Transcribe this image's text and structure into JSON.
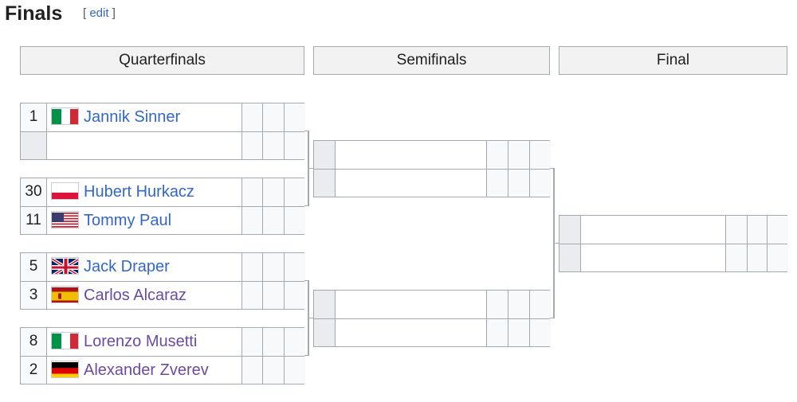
{
  "section": {
    "title": "Finals",
    "edit_label": "edit",
    "bracket_open": "[",
    "bracket_close": "]"
  },
  "rounds": {
    "quarterfinals": "Quarterfinals",
    "semifinals": "Semifinals",
    "final": "Final"
  },
  "quarterfinals": [
    {
      "top": {
        "seed": "1",
        "name": "Jannik Sinner",
        "flag": "italy-flag"
      },
      "bottom": {
        "seed": "",
        "name": "",
        "flag": ""
      }
    },
    {
      "top": {
        "seed": "30",
        "name": "Hubert Hurkacz",
        "flag": "poland-flag"
      },
      "bottom": {
        "seed": "11",
        "name": "Tommy Paul",
        "flag": "usa-flag"
      }
    },
    {
      "top": {
        "seed": "5",
        "name": "Jack Draper",
        "flag": "uk-flag"
      },
      "bottom": {
        "seed": "3",
        "name": "Carlos Alcaraz",
        "flag": "spain-flag"
      }
    },
    {
      "top": {
        "seed": "8",
        "name": "Lorenzo Musetti",
        "flag": "italy-flag"
      },
      "bottom": {
        "seed": "2",
        "name": "Alexander Zverev",
        "flag": "germany-flag"
      }
    }
  ],
  "colors": {
    "link": "#3366cc",
    "visited_link": "#6b4ba1",
    "border": "#a2a9b1",
    "header_bg": "#f2f2f2"
  }
}
